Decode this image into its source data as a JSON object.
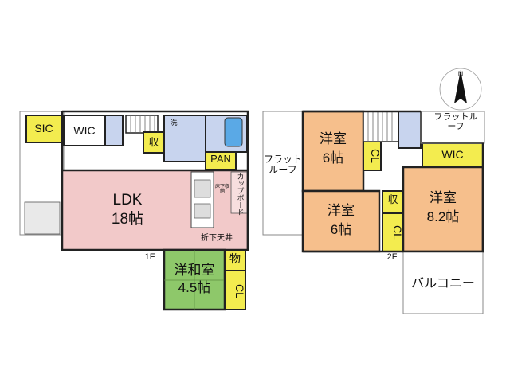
{
  "colors": {
    "ldk": "#f2c9c9",
    "japanese": "#8ec86a",
    "western": "#f6bf8c",
    "storage": "#f3ec4f",
    "wet": "#c8d4ee",
    "wall": "#222222"
  },
  "floor1": {
    "sic": "SIC",
    "wic": "WIC",
    "storage_shu": "収",
    "wash": "洗",
    "pantry": "PAN",
    "cupboard": "カップボード",
    "ldk_name": "LDK",
    "ldk_size": "18帖",
    "floor_storage": "床下収納",
    "ceiling": "折下天井",
    "room_name": "洋和室",
    "room_size": "4.5帖",
    "mono": "物",
    "cl": "CL",
    "floor_label": "1F"
  },
  "floor2": {
    "flat_roof_left": "フラットルーフ",
    "flat_roof_top": "フラットルーフ",
    "room1_name": "洋室",
    "room1_size": "6帖",
    "cl1": "CL",
    "room2_name": "洋室",
    "room2_size": "6帖",
    "storage_shu": "収",
    "cl2": "CL",
    "wic": "WIC",
    "room3_name": "洋室",
    "room3_size": "8.2帖",
    "balcony": "バルコニー",
    "floor_label": "2F"
  },
  "compass": {
    "north": "N"
  }
}
